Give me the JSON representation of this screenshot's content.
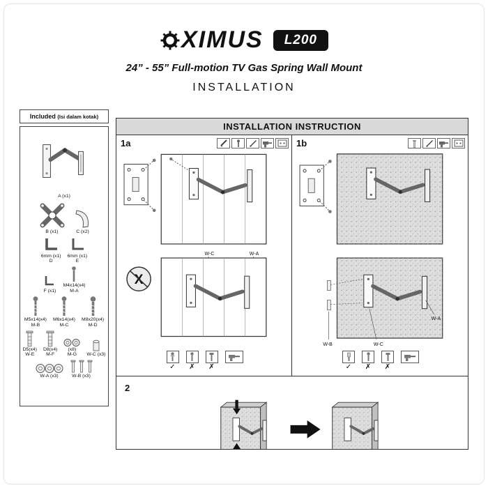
{
  "header": {
    "brand": "OXIMUS",
    "brand_text": "XIMUS",
    "model": "L200",
    "subtitle": "24” - 55” Full-motion TV Gas Spring Wall Mount",
    "page_title": "INSTALLATION"
  },
  "included": {
    "title": "Included",
    "title_sub": "(Isi dalam kotak)",
    "parts": [
      {
        "label": "A (x1)"
      },
      {
        "label": "B (x1)"
      },
      {
        "label": "C (x2)"
      },
      {
        "label": "6mm (x1)",
        "sub": "D"
      },
      {
        "label": "6mm (x1)",
        "sub": "E"
      },
      {
        "label": "F (x1)"
      },
      {
        "label": "M4x14(x4)",
        "sub": "M-A"
      },
      {
        "label": "M5x14(x4)",
        "sub": "M-B"
      },
      {
        "label": "M6x14(x4)",
        "sub": "M-C"
      },
      {
        "label": "M8x20(x4)",
        "sub": "M-D"
      },
      {
        "label": "D5(x4)",
        "sub": "W-E"
      },
      {
        "label": "D8(x4)",
        "sub": "M-F"
      },
      {
        "label": "(x8)",
        "sub": "M-G"
      },
      {
        "label": "W-C (x3)"
      },
      {
        "label": "W-A (x3)"
      },
      {
        "label": "W-B (x3)"
      }
    ]
  },
  "instructions": {
    "header": "INSTALLATION INSTRUCTION",
    "step_1a": "1a",
    "step_1b": "1b",
    "step_2": "2",
    "x_mark": "X",
    "marks": [
      "✓",
      "✗",
      "✗"
    ],
    "labels": {
      "wa": "W-A",
      "wb": "W-B",
      "wc": "W-C"
    },
    "tool_icons_1a": [
      "pencil",
      "screw",
      "marker",
      "drill",
      "template"
    ],
    "tool_icons_1b": [
      "anchor",
      "marker",
      "drill",
      "template"
    ]
  },
  "colors": {
    "badge_bg": "#111111",
    "instruction_header_bg": "#d9d9d9",
    "concrete_gray": "#dedede",
    "line": "#333333"
  }
}
